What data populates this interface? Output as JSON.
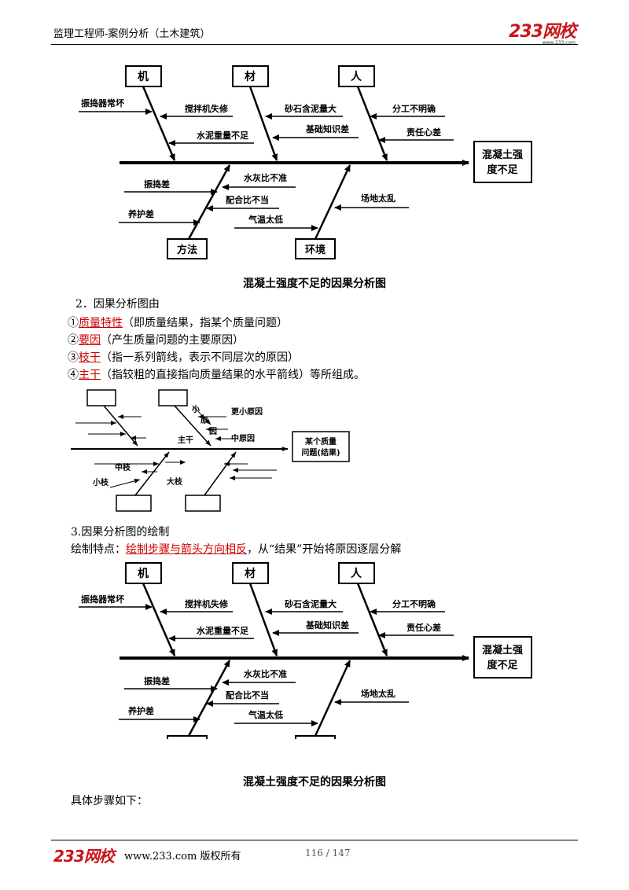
{
  "header": {
    "title": "监理工程师-案例分析（土木建筑）",
    "logo": "233网校",
    "logo_sub": "www.233.com"
  },
  "fishbone": {
    "categories": [
      "机",
      "材",
      "人",
      "方法",
      "环境"
    ],
    "effect": [
      "混凝土强",
      "度不足"
    ],
    "causes": {
      "machine": [
        "振捣器常坏",
        "搅拌机失修",
        "水泥重量不足"
      ],
      "material": [
        "砂石含泥量大",
        "基础知识差"
      ],
      "people": [
        "分工不明确",
        "责任心差"
      ],
      "method": [
        "振捣差",
        "养护差",
        "水灰比不准",
        "配合比不当",
        "气温太低"
      ],
      "environment": [
        "场地太乱"
      ]
    },
    "caption": "混凝土强度不足的因果分析图"
  },
  "section2": {
    "heading": "2．因果分析图由",
    "items": [
      {
        "num": "①",
        "term": "质量特性",
        "desc": "（即质量结果，指某个质量问题）"
      },
      {
        "num": "②",
        "term": "要因",
        "desc": "（产生质量问题的主要原因）"
      },
      {
        "num": "③",
        "term": "枝干",
        "desc": "（指一系列箭线，表示不同层次的原因）"
      },
      {
        "num": "④",
        "term": "主干",
        "desc": "（指较粗的直接指向质量结果的水平箭线）等所组成。"
      }
    ]
  },
  "structure_diagram": {
    "labels": {
      "xiao_yuan": "小",
      "yuan": "原",
      "yin": "因",
      "geng_xiao": "更小原因",
      "zhong_yuan_yin": "中原因",
      "zhu_gan": "主干",
      "zhong_zhi": "中枝",
      "xiao_zhi": "小枝",
      "da_zhi": "大枝"
    },
    "result": [
      "某个质量",
      "问题(结果)"
    ]
  },
  "section3": {
    "heading": "3.因果分析图的绘制",
    "feature_label": "绘制特点：",
    "feature_term": "绘制步骤与箭头方向相反",
    "feature_rest": "，从“结果”开始将原因逐层分解"
  },
  "after_text": "具体步骤如下：",
  "footer": {
    "logo": "233网校",
    "url": "www.233.com 版权所有",
    "page": "116 / 147"
  }
}
